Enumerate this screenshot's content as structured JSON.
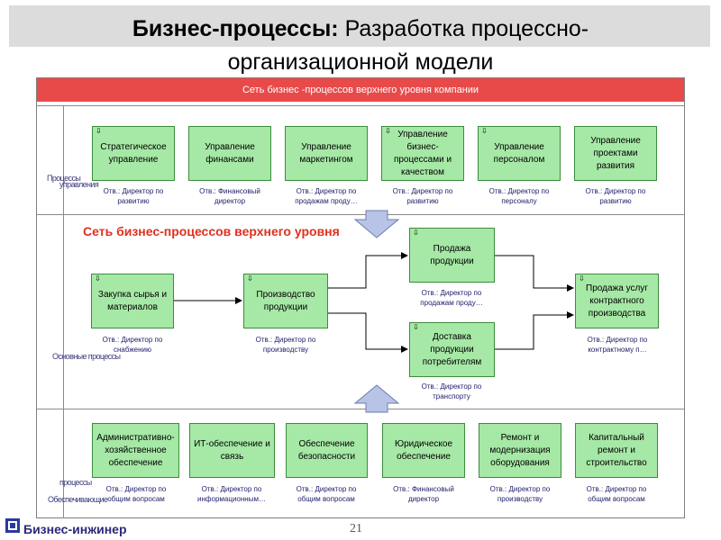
{
  "title": {
    "bold": "Бизнес-процессы:",
    "rest": " Разработка процессно-",
    "line2": "организационной модели"
  },
  "header_bar": "Сеть бизнес -процессов верхнего уровня компании",
  "network_title": "Сеть бизнес-процессов верхнего уровня",
  "lanes": {
    "top": [
      "Процессы",
      "управления"
    ],
    "middle": "Основные процессы",
    "bottom": [
      "процессы",
      "Обеспечивающие"
    ]
  },
  "top_row": [
    {
      "label": "Стратегическое управление",
      "owner": [
        "Отв.: Директор по",
        "развитию"
      ],
      "flag": "⇩"
    },
    {
      "label": "Управление финансами",
      "owner": [
        "Отв.: Финансовый",
        "директор"
      ]
    },
    {
      "label": "Управление маркетингом",
      "owner": [
        "Отв.: Директор по",
        "продажам проду…"
      ]
    },
    {
      "label": "Управление бизнес-процессами и качеством",
      "owner": [
        "Отв.: Директор по",
        "развитию"
      ],
      "flag": "⇩"
    },
    {
      "label": "Управление персоналом",
      "owner": [
        "Отв.: Директор по",
        "персоналу"
      ],
      "flag": "⇩"
    },
    {
      "label": "Управление проектами развития",
      "owner": [
        "Отв.: Директор по",
        "развитию"
      ]
    }
  ],
  "middle_row": [
    {
      "label": "Закупка сырья и материалов",
      "owner": [
        "Отв.: Директор по",
        "снабжению"
      ],
      "flag": "⇩"
    },
    {
      "label": "Производство продукции",
      "owner": [
        "Отв.: Директор по",
        "производству"
      ],
      "flag": "⇩"
    },
    {
      "label": "Продажа продукции",
      "owner": [
        "Отв.: Директор по",
        "продажам проду…"
      ],
      "flag": "⇩"
    },
    {
      "label": "Доставка продукции потребителям",
      "owner": [
        "Отв.: Директор по",
        "транспорту"
      ],
      "flag": "⇩"
    },
    {
      "label": "Продажа услуг контрактного производства",
      "owner": [
        "Отв.: Директор по",
        "контрактному п…"
      ],
      "flag": "⇩"
    }
  ],
  "bottom_row": [
    {
      "label": "Административно-хозяйственное обеспечение",
      "owner": [
        "Отв.: Директор по",
        "общим вопросам"
      ]
    },
    {
      "label": "ИТ-обеспечение и связь",
      "owner": [
        "Отв.: Директор по",
        "информационным…"
      ]
    },
    {
      "label": "Обеспечение безопасности",
      "owner": [
        "Отв.: Директор по",
        "общим вопросам"
      ]
    },
    {
      "label": "Юридическое обеспечение",
      "owner": [
        "Отв.: Финансовый",
        "директор"
      ]
    },
    {
      "label": "Ремонт и модернизация оборудования",
      "owner": [
        "Отв.: Директор по",
        "производству"
      ]
    },
    {
      "label": "Капитальный ремонт и строительство",
      "owner": [
        "Отв.: Директор по",
        "общим вопросам"
      ]
    }
  ],
  "footer": {
    "company": "Бизнес-инжинер",
    "page": "21"
  },
  "colors": {
    "box_fill": "#a6e8a6",
    "box_border": "#3c8c3c",
    "header_bar": "#e84a4a",
    "network_title": "#e0301e",
    "big_arrow": "#b8c4e6"
  }
}
